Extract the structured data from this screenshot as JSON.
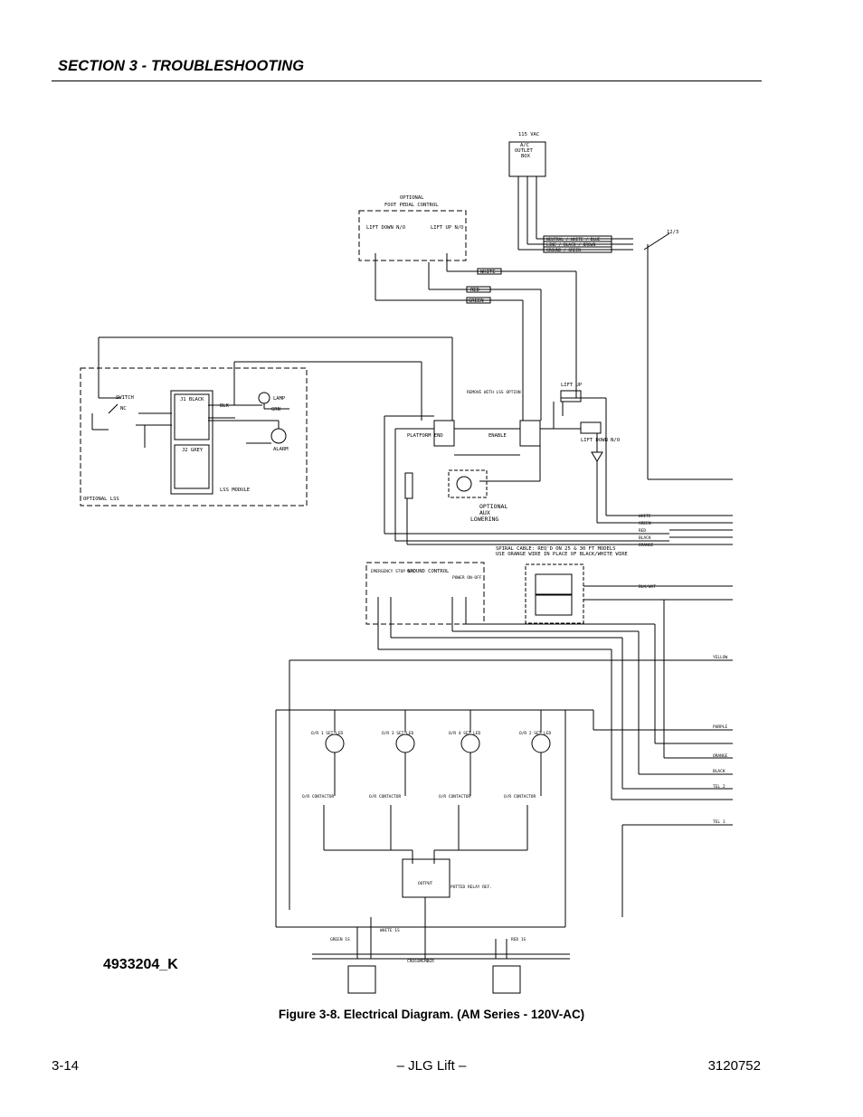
{
  "header": {
    "section_title": "SECTION 3 - TROUBLESHOOTING"
  },
  "diagram": {
    "labels": {
      "vac": "115 VAC",
      "outlet_box_1": "A/C",
      "outlet_box_2": "OUTLET",
      "outlet_box_3": "BOX",
      "cable": "12/3",
      "neutral": "NEUTRAL / WHITE / BLUE",
      "line": "LINE / BLACK / BROWN",
      "ground": "GROUND / GREEN",
      "foot_pedal_1": "OPTIONAL",
      "foot_pedal_2": "FOOT PEDAL CONTROL",
      "lift_down_no": "LIFT DOWN N/O",
      "lift_up_no": "LIFT UP N/O",
      "white": "WHITE",
      "red": "RED",
      "green": "GREEN",
      "switch": "SWITCH",
      "nc": "NC",
      "j1_black": "J1 BLACK",
      "j2_grey": "J2 GREY",
      "lamp": "LAMP",
      "alarm": "ALARM",
      "lss_module": "LSS MODULE",
      "optional_lss": "OPTIONAL LSS",
      "blk": "BLK",
      "grn": "GRN",
      "platform_end": "PLATFORM END",
      "enable": "ENABLE",
      "remove_with_lss": "REMOVE WITH LSS OPTION",
      "lift_up": "LIFT UP",
      "lift_down": "LIFT DOWN N/O",
      "optional_aux_1": "OPTIONAL",
      "optional_aux_2": "AUX",
      "optional_aux_3": "LOWERING",
      "spiral_1": "SPIRAL CABLE: REQ'D ON 25 & 30 FT MODELS",
      "spiral_2": "USE ORANGE WIRE IN PLACE OF BLACK/WHITE WIRE",
      "wire_white": "WHITE",
      "wire_green": "GREEN",
      "wire_red": "RED",
      "wire_black": "BLACK",
      "wire_orange": "ORANGE",
      "emergency_stop": "EMERGENCY STOP N/C",
      "ground_control": "GROUND CONTROL",
      "power_on_off": "POWER ON-OFF",
      "blk_wht": "BLK/WHT",
      "yellow": "YELLOW",
      "purple": "PURPLE",
      "orange": "ORANGE",
      "black": "BLACK",
      "tel2": "TEL 2",
      "tel1": "TEL 1",
      "os_set_led_1": "O/R 1 SET LED",
      "os_set_led_3": "O/R 3 SET LED",
      "os_set_led_4": "O/R 4 SET LED",
      "os_set_led_2": "O/R 2 SET LED",
      "contactor": "O/R CONTACTOR",
      "potted_relay": "POTTED RELAY REF.",
      "output": "OUTPUT",
      "white_1s": "WHITE 1S",
      "green_1s": "GREEN 1S",
      "red_1s": "RED 1S",
      "crossmember": "CROSSMEMBER"
    }
  },
  "figure": {
    "drawing_id": "4933204_K",
    "caption": "Figure 3-8.  Electrical Diagram. (AM Series - 120V-AC)"
  },
  "footer": {
    "page_number": "3-14",
    "center": "– JLG Lift –",
    "doc_number": "3120752"
  }
}
